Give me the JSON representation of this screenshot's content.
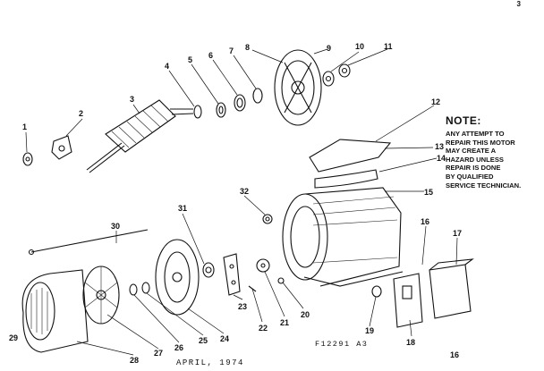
{
  "corner_mark": "3",
  "note": {
    "title": "NOTE:",
    "lines": [
      "ANY ATTEMPT TO",
      "REPAIR THIS MOTOR",
      "MAY CREATE A",
      "HAZARD UNLESS",
      "REPAIR IS DONE",
      "BY QUALIFIED",
      "SERVICE TECHNICIAN."
    ]
  },
  "figure_id": "F12291  A3",
  "date": "APRIL, 1974",
  "callouts": [
    "1",
    "2",
    "3",
    "4",
    "5",
    "6",
    "7",
    "8",
    "9",
    "10",
    "11",
    "12",
    "13",
    "14",
    "15",
    "16",
    "17",
    "18",
    "19",
    "20",
    "21",
    "22",
    "23",
    "24",
    "25",
    "26",
    "27",
    "28",
    "29",
    "30",
    "31",
    "32",
    "16"
  ]
}
